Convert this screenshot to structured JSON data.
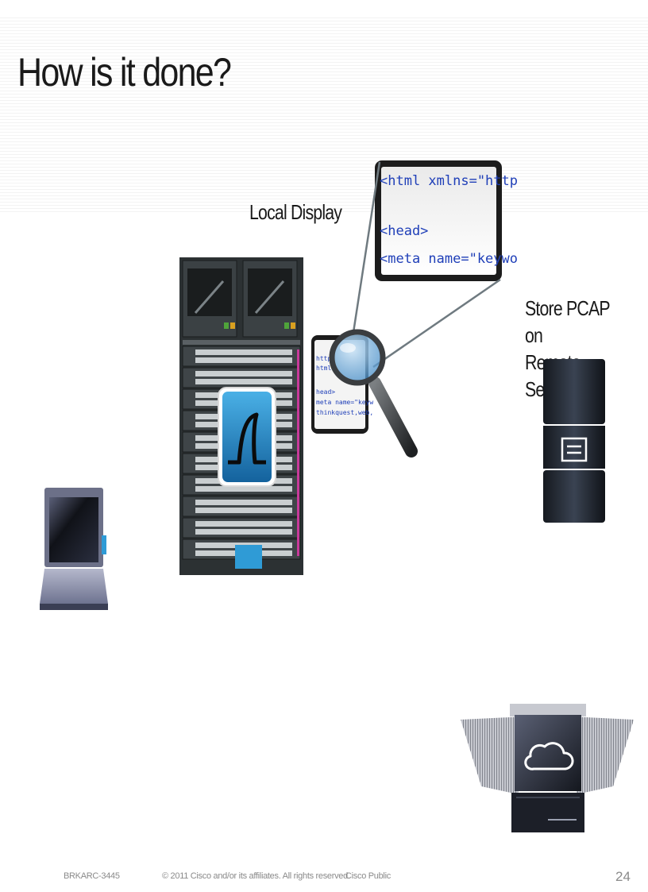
{
  "slide": {
    "title": "How is it done?",
    "labels": {
      "local_display": "Local Display",
      "store_pcap_line1": "Store PCAP on",
      "store_pcap_line2": "Remote Server"
    },
    "zoomed_code": {
      "line1": "<html xmlns=\"http",
      "line2": "<head>",
      "line3": "<meta name=\"keywo"
    },
    "small_code": {
      "line1": "http",
      "line2": "html",
      "line3": "head>",
      "line4": "meta name=\"keyw",
      "line5": "thinkquest,web,"
    }
  },
  "footer": {
    "session_code": "BRKARC-3445",
    "copyright": "© 2011 Cisco and/or its affiliates. All rights reserved.",
    "classification": "Cisco Public",
    "page_number": "24"
  },
  "colors": {
    "wireshark_blue": "#1e7fc0",
    "code_blue": "#1f3fb8",
    "chassis_dark": "#2c3133",
    "monitor_frame": "#1c1c1c"
  }
}
